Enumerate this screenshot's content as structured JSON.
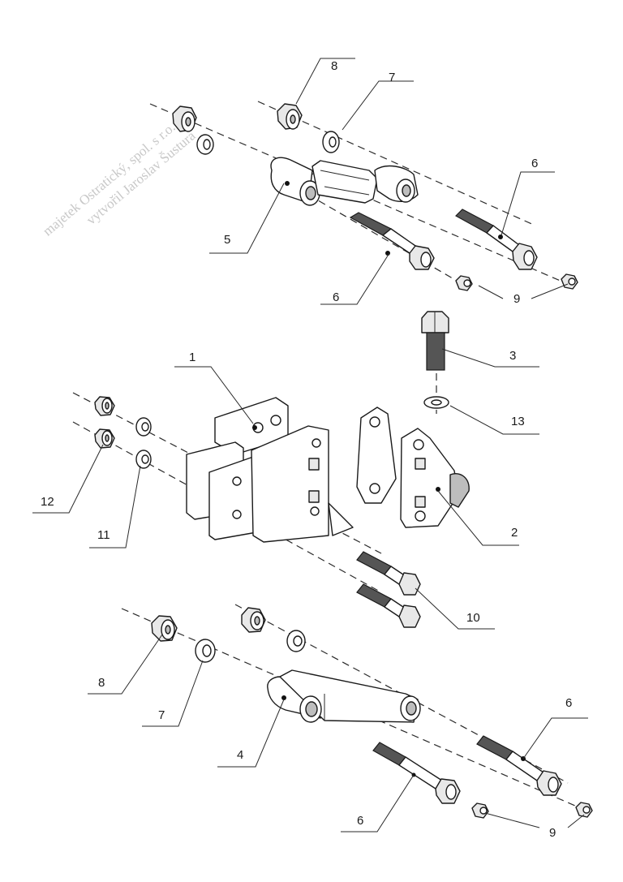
{
  "watermark": {
    "line1": "majetek Ostratický, spol. s r.o.",
    "line2": "vytvořil Jaroslav Šustura"
  },
  "callouts": {
    "c1": "1",
    "c2": "2",
    "c3": "3",
    "c4": "4",
    "c5": "5",
    "c6a": "6",
    "c6b": "6",
    "c6c": "6",
    "c6d": "6",
    "c7a": "7",
    "c7b": "7",
    "c8a": "8",
    "c8b": "8",
    "c9a": "9",
    "c9b": "9",
    "c10": "10",
    "c11": "11",
    "c12": "12",
    "c13": "13"
  },
  "colors": {
    "line": "#1a1a1a",
    "watermark": "#c8c8c8",
    "background": "#ffffff"
  }
}
